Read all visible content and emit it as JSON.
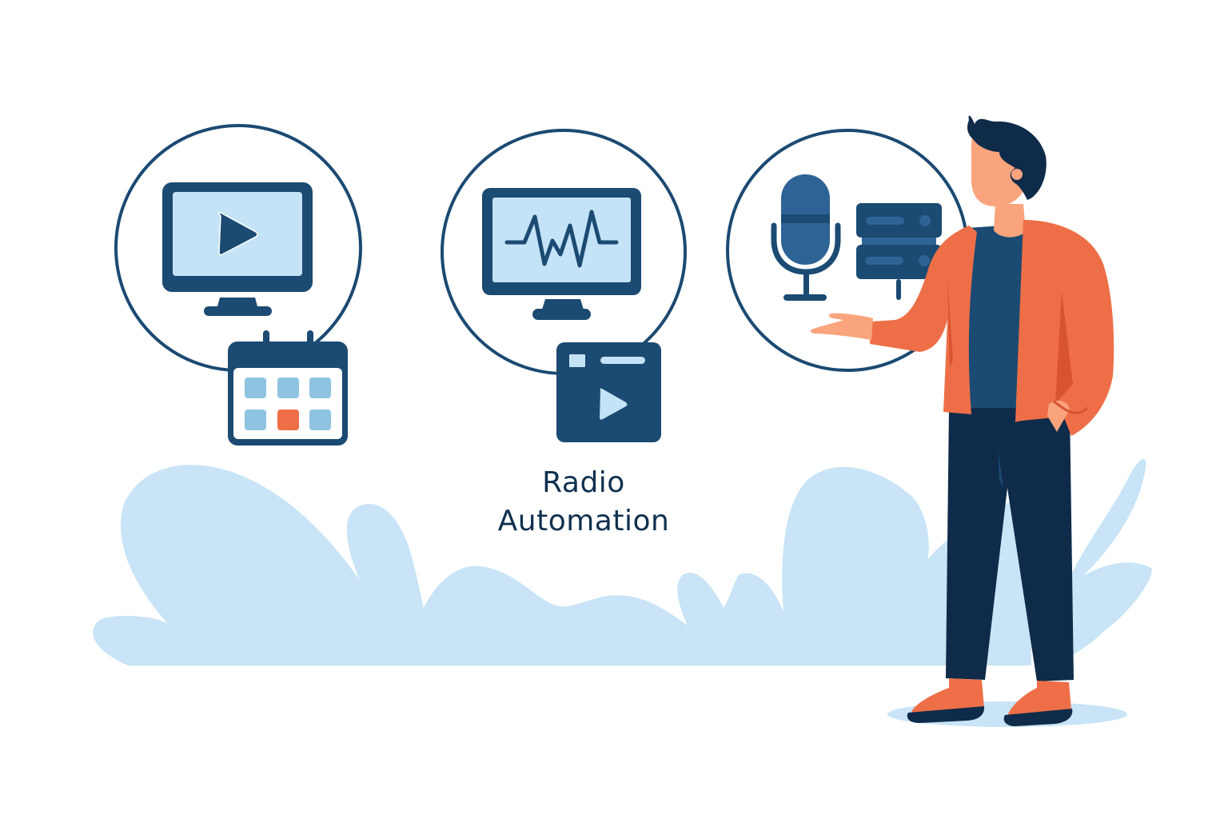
{
  "caption": {
    "line1": "Radio",
    "line2": "Automation"
  },
  "icons": [
    {
      "name": "scheduled-video-playback",
      "parts": [
        "monitor-icon",
        "play-icon",
        "calendar-icon"
      ]
    },
    {
      "name": "audio-waveform-monitor",
      "parts": [
        "monitor-icon",
        "waveform-icon",
        "media-player-icon"
      ]
    },
    {
      "name": "broadcast-studio",
      "parts": [
        "microphone-icon",
        "server-icon"
      ]
    }
  ],
  "colors": {
    "background": "#ffffff",
    "navy": "#1b4a72",
    "navy_dark": "#0e2b4a",
    "screen_light": "#c5e3f6",
    "calendar_cell": "#8fc3e2",
    "accent_orange": "#ee6f47",
    "orange_shadow": "#d8532f",
    "skin": "#f9a47c",
    "shirt": "#1b4a72",
    "pants": "#0e2b4a",
    "cloud": "#c8e4f6",
    "mic_blue": "#2e6396",
    "caption_text": "#10304f"
  }
}
